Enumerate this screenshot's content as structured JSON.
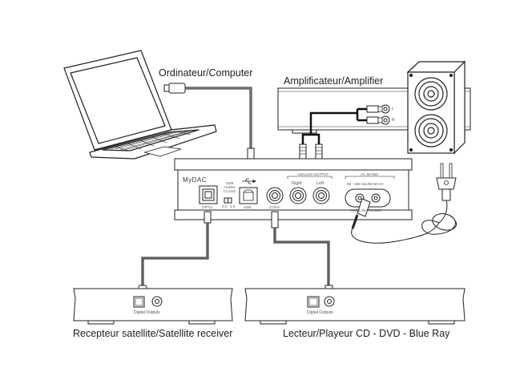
{
  "labels": {
    "computer": "Ordinateur/Computer",
    "amplifier": "Amplificateur/Amplifier",
    "satellite": "Recepteur satellite/Satellite receiver",
    "player": "Lecteur/Playeur CD - DVD - Blue Ray"
  },
  "dac": {
    "brand": "MyDAC",
    "opto": "OPTO",
    "usb_class_title": "USB AUDIO CLASS",
    "usb_class_line1": "USB",
    "usb_class_line2": "AUDIO",
    "usb_class_line3": "CLASS",
    "usb_class_opt1": "2.0",
    "usb_class_opt2": "1.0",
    "usb": "USB",
    "coax": "COAX",
    "analog_output": "ANALOG OUTPUT",
    "right": "Right",
    "left": "Left",
    "ac_mains": "AC MAINS",
    "voltage": "85 - 265 Vac/50-60 Hz",
    "made_in_france": "MADE IN FRANCE"
  },
  "amp_inputs": {
    "left": "L",
    "right": "R"
  },
  "source_devices": {
    "digital_outputs": "Digital Outputs"
  },
  "colors": {
    "line": "#222222",
    "cable_dark": "#111111",
    "cable_grey": "#888888",
    "background": "#ffffff"
  }
}
